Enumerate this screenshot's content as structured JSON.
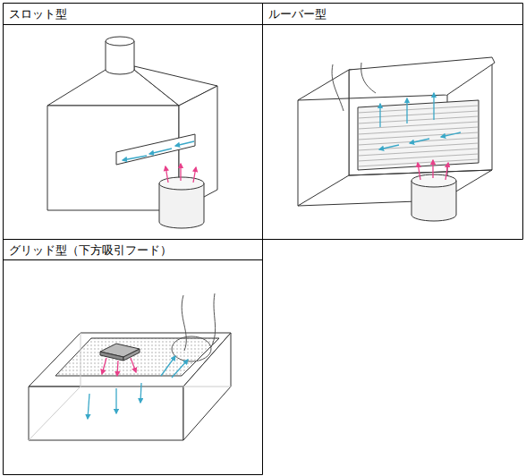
{
  "diagram": {
    "nodes": [
      {
        "text": [
          "スロット型"
        ]
      },
      {
        "text": [
          "ルーバー型"
        ]
      },
      {
        "text": [
          "グリッド型（下方吸引フード）"
        ]
      }
    ]
  }
}
